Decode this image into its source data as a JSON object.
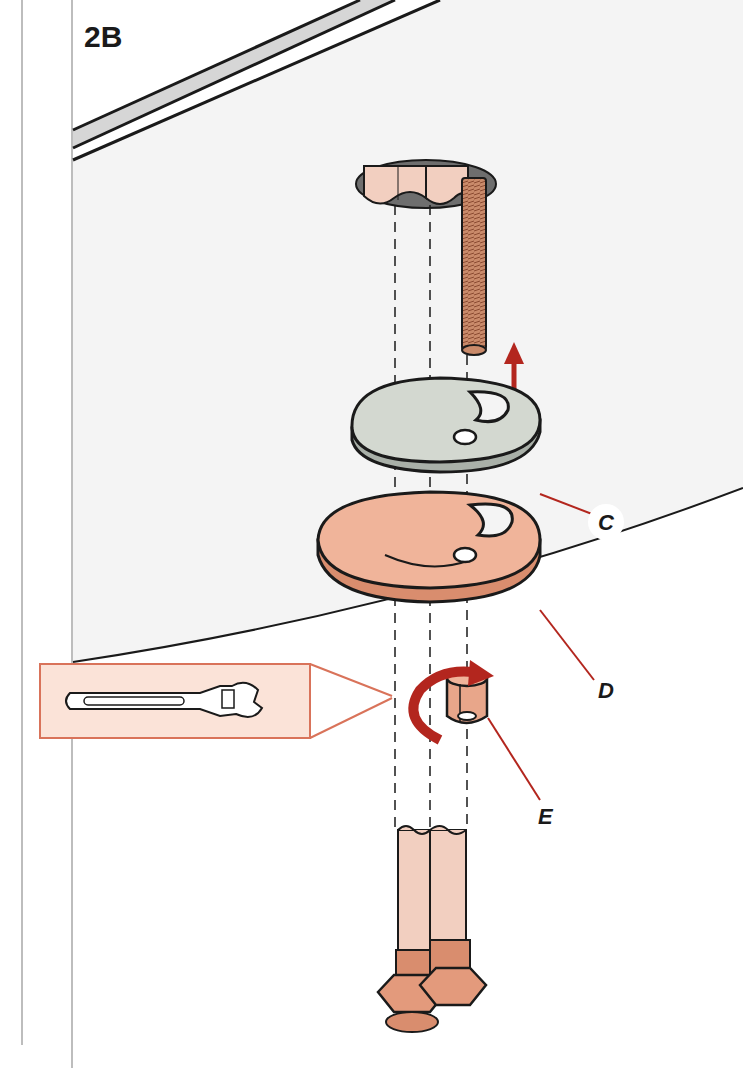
{
  "diagram": {
    "title": "2B",
    "labels": [
      "C",
      "D",
      "E"
    ]
  }
}
